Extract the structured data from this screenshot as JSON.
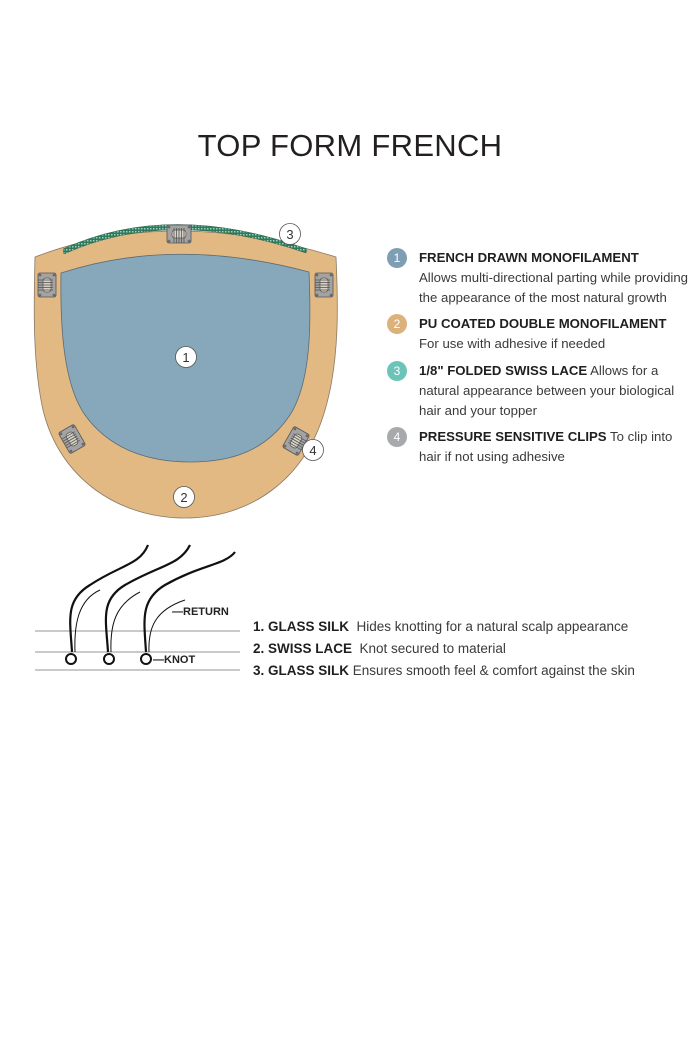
{
  "title": "TOP FORM FRENCH",
  "diagram": {
    "markers": [
      "1",
      "2",
      "3",
      "4"
    ]
  },
  "legend": [
    {
      "num": "1",
      "heading": "FRENCH DRAWN MONOFILAMENT",
      "text": "Allows multi-directional parting while providing the appearance of the most natural growth",
      "color": "#7e9fb3"
    },
    {
      "num": "2",
      "heading": "PU COATED  DOUBLE MONOFILAMENT",
      "text": "For use with adhesive if needed",
      "color": "#dcb27c"
    },
    {
      "num": "3",
      "heading": "1/8\" FOLDED SWISS LACE",
      "text": "Allows for a natural appearance between your biological hair and your topper",
      "color": "#6cc4b8"
    },
    {
      "num": "4",
      "heading": "PRESSURE SENSITIVE CLIPS",
      "text": "To clip into hair if not using adhesive",
      "color": "#a7a9ac"
    }
  ],
  "knot_diagram": {
    "return_label": "—RETURN",
    "knot_label": "—KNOT"
  },
  "layers": [
    {
      "heading": "1. GLASS SILK",
      "text": "Hides knotting for a natural scalp appearance"
    },
    {
      "heading": "2. SWISS LACE",
      "text": "Knot secured to material"
    },
    {
      "heading": "3. GLASS SILK",
      "text": "Ensures smooth feel & comfort against the skin"
    }
  ]
}
